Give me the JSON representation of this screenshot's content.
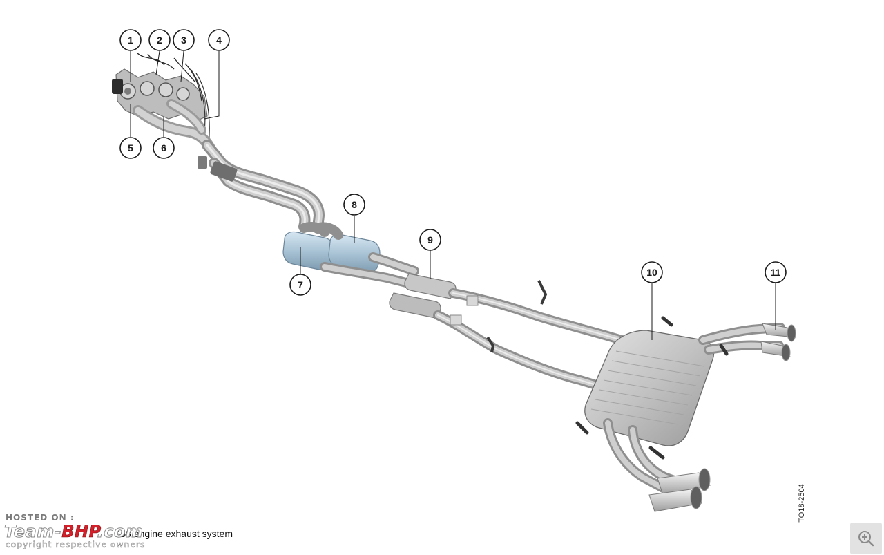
{
  "callouts": [
    "1",
    "2",
    "3",
    "4",
    "5",
    "6",
    "7",
    "8",
    "9",
    "10",
    "11"
  ],
  "caption": "S58 engine exhaust system",
  "figure_code": "TO18-2504",
  "watermark": {
    "hosted": "HOSTED ON :",
    "team": "Team-",
    "bhp": "BHP",
    "com": ".com",
    "copyright": "copyright respective owners"
  },
  "colors": {
    "pipe": "#c9c9c9",
    "muffler": "#b5b5b5",
    "catalyst": "#a9c3d6",
    "brand_red": "#d4202a"
  },
  "icons": {
    "zoom": "zoom-in-icon"
  }
}
